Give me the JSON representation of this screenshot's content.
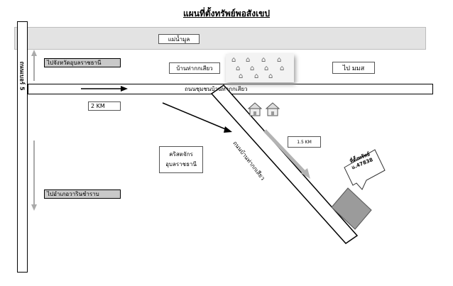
{
  "title": "แผนที่ตั้งทรัพย์พอสังเขป",
  "river": {
    "label": "แม่น้ำมูล"
  },
  "roads": {
    "vertical": "ถนนเบอร์ 5",
    "horizontal": "ถนนชุมชนบ้านท่ากกเสียว",
    "diagonal": "ถนนบ้านท่ากกเสียว"
  },
  "labels": {
    "to_province": "ไปจังหวัดอุบลราชธานี",
    "to_district": "ไปอำเภอวารินชำราบ",
    "village": "บ้านท่ากกเสียว",
    "to_msu": "ไป มมส",
    "church": "คริสตจักร\nอุบลราชธานี"
  },
  "distances": {
    "main": "2 KM",
    "branch": "1.5 KM"
  },
  "plot": {
    "callout": "ที่ตั้งทรัพย์\nแ.47838"
  },
  "colors": {
    "plot_fill": "#9b9b9b",
    "river_fill": "#e3e3e3",
    "label_fill": "#c9c9c9",
    "arrow_gray": "#aaaaaa"
  },
  "icons": {
    "houses": "house-cluster-icon",
    "twin_houses": "house-icon"
  }
}
